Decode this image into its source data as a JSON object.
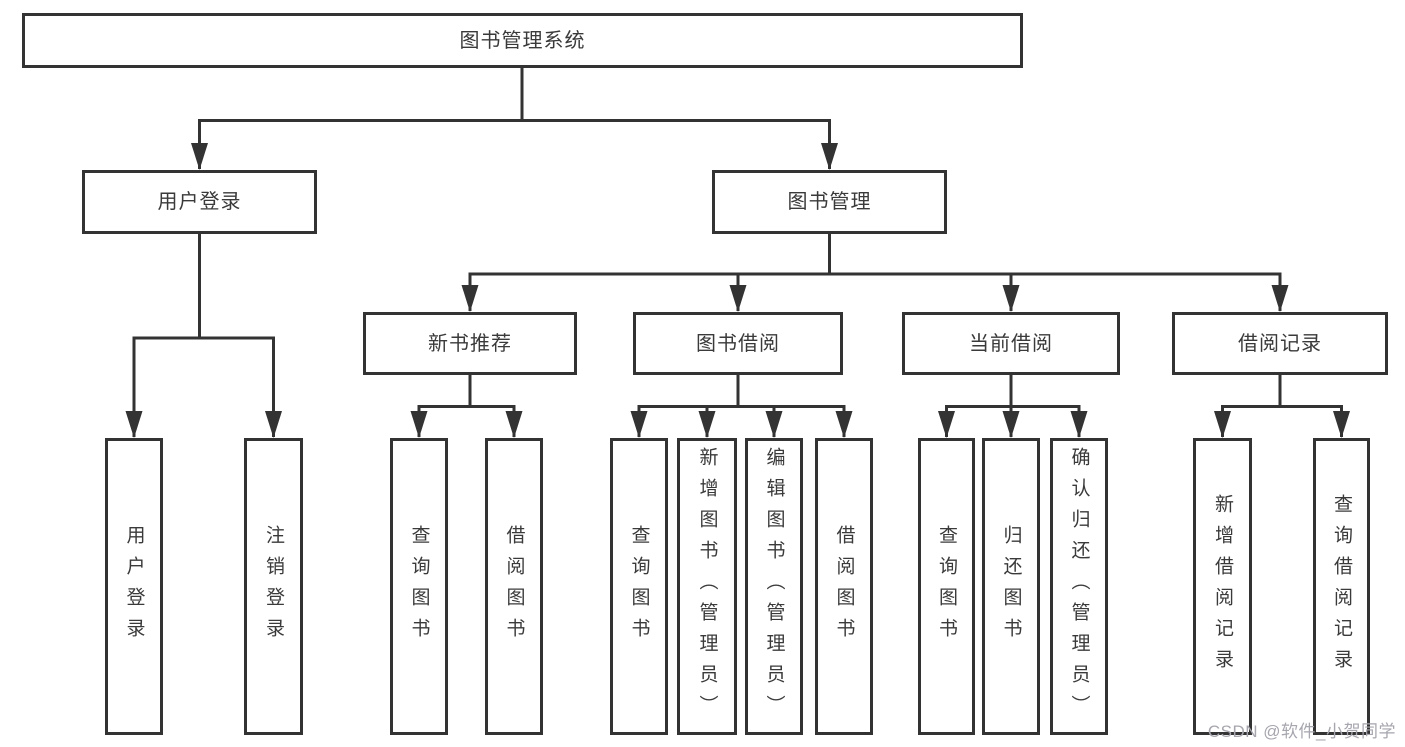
{
  "diagram": {
    "root": {
      "label": "图书管理系统"
    },
    "branches": [
      {
        "label": "用户登录",
        "children": [
          {
            "label": "用户登录"
          },
          {
            "label": "注销登录"
          }
        ]
      },
      {
        "label": "图书管理",
        "children": [
          {
            "label": "新书推荐",
            "children": [
              {
                "label": "查询图书"
              },
              {
                "label": "借阅图书"
              }
            ]
          },
          {
            "label": "图书借阅",
            "children": [
              {
                "label": "查询图书"
              },
              {
                "label": "新增图书（管理员）"
              },
              {
                "label": "编辑图书（管理员）"
              },
              {
                "label": "借阅图书"
              }
            ]
          },
          {
            "label": "当前借阅",
            "children": [
              {
                "label": "查询图书"
              },
              {
                "label": "归还图书"
              },
              {
                "label": "确认归还（管理员）"
              }
            ]
          },
          {
            "label": "借阅记录",
            "children": [
              {
                "label": "新增借阅记录"
              },
              {
                "label": "查询借阅记录"
              }
            ]
          }
        ]
      }
    ]
  },
  "watermark": {
    "text": "CSDN @软件_小贺同学"
  },
  "colors": {
    "line": "#333333",
    "text": "#3a3a3a",
    "background": "#ffffff",
    "watermark": "#a6a6ae"
  }
}
